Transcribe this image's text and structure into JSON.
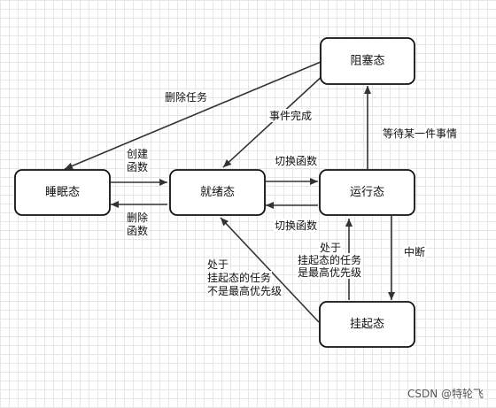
{
  "states": {
    "sleep": "睡眠态",
    "ready": "就绪态",
    "running": "运行态",
    "blocked": "阻塞态",
    "suspended": "挂起态"
  },
  "transitions": {
    "delete_task": "删除任务",
    "event_complete": "事件完成",
    "wait_event": "等待某一件事情",
    "create_func": [
      "创建",
      "函数"
    ],
    "delete_func": [
      "删除",
      "函数"
    ],
    "switch_func_to_running": "切换函数",
    "switch_func_to_ready": "切换函数",
    "interrupt": "中断",
    "resume_to_running": [
      "处于",
      "挂起态的任务",
      "是最高优先级"
    ],
    "resume_to_ready": [
      "处于",
      "挂起态的任务",
      "不是最高优先级"
    ]
  },
  "watermark": "CSDN @特轮飞"
}
